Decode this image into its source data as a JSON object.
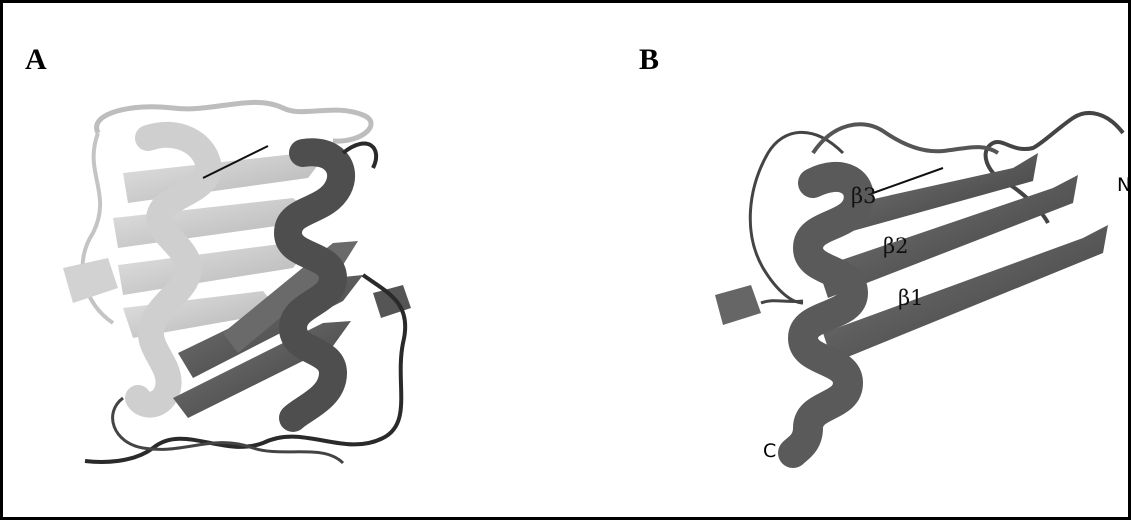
{
  "panels": [
    {
      "label": "A"
    },
    {
      "label": "B"
    }
  ],
  "annotations": {
    "n_terminus": "N",
    "c_terminus": "C",
    "strand_1": "β1",
    "strand_2": "β2",
    "strand_3": "β3"
  },
  "colors": {
    "light_chain": "#c9c9c9",
    "dark_chain": "#5c5c5c",
    "loop": "#222222"
  }
}
